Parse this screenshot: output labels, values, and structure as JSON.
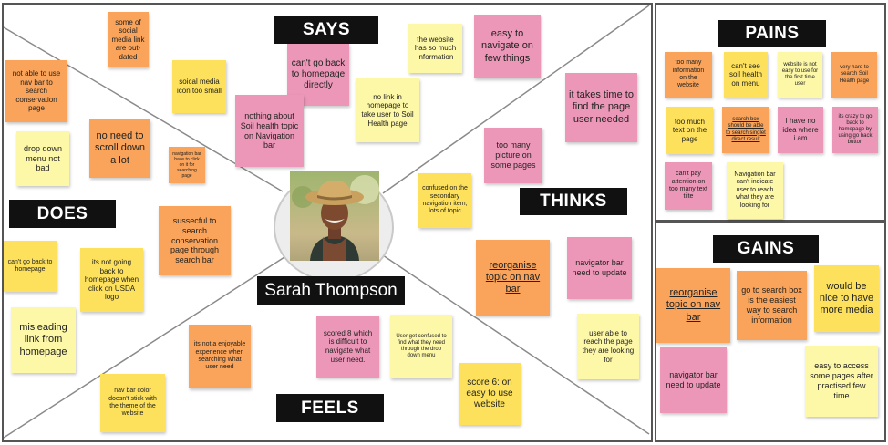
{
  "persona": {
    "name": "Sarah Thompson"
  },
  "sections": {
    "says": "SAYS",
    "thinks": "THINKS",
    "does": "DOES",
    "feels": "FEELS",
    "pains": "PAINS",
    "gains": "GAINS"
  },
  "notes": [
    {
      "id": "social-media-outdated",
      "text": "some of social media link are out-dated",
      "color": "orange"
    },
    {
      "id": "nav-bar-search",
      "text": "not able to use nav bar to search conservation page",
      "color": "orange"
    },
    {
      "id": "social-icon-small",
      "text": "soical media icon too small",
      "color": "yellow"
    },
    {
      "id": "cant-go-back-homepage-directly",
      "text": "can't go back to homepage directly",
      "color": "pink"
    },
    {
      "id": "website-much-info",
      "text": "the website has so much information",
      "color": "lightyellow"
    },
    {
      "id": "easy-navigate-few",
      "text": "easy to navigate on few things",
      "color": "pink"
    },
    {
      "id": "no-link-homepage",
      "text": "no link in homepage to take user to Soil Health page",
      "color": "lightyellow"
    },
    {
      "id": "nothing-soil-health",
      "text": "nothing about Soil health topic on Navigation bar",
      "color": "pink"
    },
    {
      "id": "no-need-scroll",
      "text": "no need to scroll down a lot",
      "color": "orange"
    },
    {
      "id": "drop-down-not-bad",
      "text": "drop down menu not bad",
      "color": "lightyellow"
    },
    {
      "id": "nav-bar-click-search",
      "text": "navigation bar have to click on it for searching page",
      "color": "orange"
    },
    {
      "id": "takes-time-find",
      "text": "it takes time to find the page user needed",
      "color": "pink"
    },
    {
      "id": "too-many-picture",
      "text": "too many picture on some pages",
      "color": "pink"
    },
    {
      "id": "confused-secondary-nav",
      "text": "confused on the secondary navigation item, lots of topic",
      "color": "yellow"
    },
    {
      "id": "successful-search-bar",
      "text": "sussecful to search conservation page through search bar",
      "color": "orange"
    },
    {
      "id": "cant-go-back",
      "text": "can't go back to homepage",
      "color": "yellow"
    },
    {
      "id": "not-going-back-usda",
      "text": "its not going back to homepage when click on USDA logo",
      "color": "yellow"
    },
    {
      "id": "misleading-link",
      "text": "misleading link from homepage",
      "color": "lightyellow"
    },
    {
      "id": "reorganise-topic-thinks",
      "text": "reorganise topic on nav bar",
      "color": "orange",
      "underline": true
    },
    {
      "id": "navigator-bar-update-thinks",
      "text": "navigator bar need to update",
      "color": "pink"
    },
    {
      "id": "user-able-reach",
      "text": "user able to reach the page they are looking for",
      "color": "lightyellow"
    },
    {
      "id": "not-enjoyable",
      "text": "its not a enjoyable experience when searching what user need",
      "color": "orange"
    },
    {
      "id": "scored-8",
      "text": "scored 8 which is difficult to navigate what user need.",
      "color": "pink"
    },
    {
      "id": "confused-drop-down",
      "text": "User get confused to find what they need through the drop down menu",
      "color": "lightyellow"
    },
    {
      "id": "score-6",
      "text": "score 6: on easy to use website",
      "color": "yellow"
    },
    {
      "id": "nav-bar-color",
      "text": "nav bar color doesn't stick with the theme of the website",
      "color": "yellow"
    },
    {
      "id": "pain-too-much-info",
      "text": "too many information on the website",
      "color": "orange"
    },
    {
      "id": "pain-cant-see-soil",
      "text": "can't see soil health on menu",
      "color": "yellow"
    },
    {
      "id": "pain-not-easy-first-time",
      "text": "website is not easy to use for the first time user",
      "color": "lightyellow"
    },
    {
      "id": "pain-hard-search-soil",
      "text": "very hard to search Soil Health page",
      "color": "orange"
    },
    {
      "id": "pain-too-much-text",
      "text": "too much text on the page",
      "color": "yellow"
    },
    {
      "id": "pain-search-box-singlet",
      "text": "search box should be able to search singlet direct result",
      "color": "orange",
      "underline": true
    },
    {
      "id": "pain-no-idea",
      "text": "I have no idea where i am",
      "color": "pink"
    },
    {
      "id": "pain-crazy-go-back",
      "text": "its crazy to go back to homepage by using go back button",
      "color": "pink"
    },
    {
      "id": "pain-cant-pay-attention",
      "text": "can't pay attention on too many text tilte",
      "color": "pink"
    },
    {
      "id": "pain-nav-bar-cant-indicate",
      "text": "Navigation bar can't indicate user to reach what they are looking for",
      "color": "lightyellow"
    },
    {
      "id": "gain-reorganise-topic",
      "text": "reorganise topic on nav bar",
      "color": "orange",
      "underline": true
    },
    {
      "id": "gain-search-box-easiest",
      "text": "go to search box is the easiest way to search information",
      "color": "orange"
    },
    {
      "id": "gain-more-media",
      "text": "would be nice to have more media",
      "color": "yellow"
    },
    {
      "id": "gain-navigator-update",
      "text": "navigator bar need to update",
      "color": "pink"
    },
    {
      "id": "gain-easy-access-practised",
      "text": "easy to access some pages after practised few time",
      "color": "lightyellow"
    }
  ],
  "colors": {
    "yellow": "#fde15c",
    "orange": "#f9a45a",
    "pink": "#ec97b7",
    "lightyellow": "#fdf7a8",
    "label": "#111111"
  }
}
